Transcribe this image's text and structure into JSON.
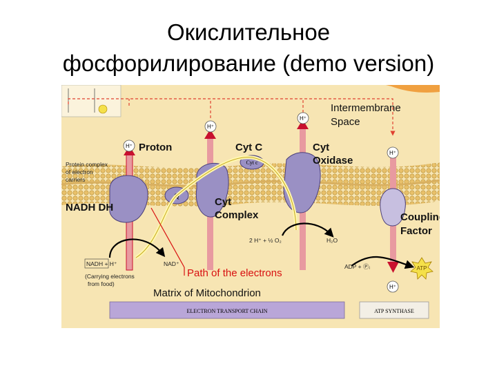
{
  "title": {
    "line1": "Окислительное",
    "line2": "фосфорилирование (demo version)"
  },
  "diagram": {
    "labels": {
      "intermembrane": "Intermembrane",
      "space": "Space",
      "proton": "Proton",
      "cyt_c": "Cyt C",
      "cyt_oxidase_1": "Cyt",
      "cyt_oxidase_2": "Oxidase",
      "nadh_dh": "NADH DH",
      "cyt_complex_1": "Cyt",
      "cyt_complex_2": "Complex",
      "coupling_1": "Coupling",
      "coupling_2": "Factor",
      "path": "Path of the electrons",
      "matrix": "Matrix of Mitochondrion",
      "protein_1": "Protein complex",
      "protein_2": "of electron",
      "protein_3": "carriers",
      "nadh": "NADH + H⁺",
      "nad": "NAD⁺",
      "carrying_1": "(Carrying electrons",
      "carrying_2": "from food)",
      "oxygen_reaction": "2 H⁺ + ½ O₂",
      "water": "H₂O",
      "adp": "ADP + Ⓟᵢ",
      "atp": "ATP",
      "q": "Q",
      "cyt_c_small": "Cyt c",
      "h_plus": "H⁺",
      "etc_bar": "ELECTRON TRANSPORT CHAIN",
      "atp_synthase_bar": "ATP SYNTHASE"
    },
    "colors": {
      "background": "#f7e5b3",
      "membrane": "#f5d58a",
      "protein": "#9a90c4",
      "arrow_red": "#c8102e",
      "dashed": "#e04030",
      "path_label": "#d81010",
      "etc_bar": "#b9a6d8"
    }
  }
}
